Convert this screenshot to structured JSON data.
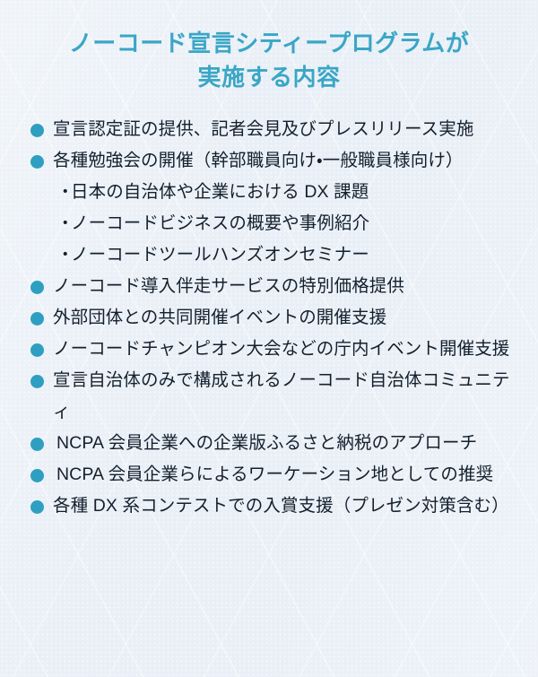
{
  "colors": {
    "background": "#e9eff6",
    "title_text": "#3aa6c6",
    "body_text": "#14202e",
    "bullet_marker": "#2f9fc1"
  },
  "title": {
    "line1": "ノーコード宣言シティープログラムが",
    "line2": "実施する内容"
  },
  "bullets": [
    {
      "text": "宣言認定証の提供、記者会見及びプレスリリース実施",
      "latin_lead": false,
      "sub_items": []
    },
    {
      "text": "各種勉強会の開催（幹部職員向け・一般職員様向け）",
      "latin_lead": false,
      "sub_items": [
        {
          "marker": "・",
          "text": "日本の自治体や企業における DX 課題"
        },
        {
          "marker": "・",
          "text": "ノーコードビジネスの概要や事例紹介"
        },
        {
          "marker": "・",
          "text": "ノーコードツールハンズオンセミナー"
        }
      ]
    },
    {
      "text": "ノーコード導入伴走サービスの特別価格提供",
      "latin_lead": false,
      "sub_items": []
    },
    {
      "text": "外部団体との共同開催イベントの開催支援",
      "latin_lead": false,
      "sub_items": []
    },
    {
      "text": "ノーコードチャンピオン大会などの庁内イベント開催支援",
      "latin_lead": false,
      "sub_items": []
    },
    {
      "text": "宣言自治体のみで構成されるノーコード自治体コミュニティ",
      "latin_lead": false,
      "sub_items": []
    },
    {
      "text": "NCPA 会員企業への企業版ふるさと納税のアプローチ",
      "latin_lead": true,
      "sub_items": []
    },
    {
      "text": "NCPA 会員企業らによるワーケーション地としての推奨",
      "latin_lead": true,
      "sub_items": []
    },
    {
      "text": "各種 DX 系コンテストでの入賞支援（プレゼン対策含む）",
      "latin_lead": false,
      "sub_items": []
    }
  ]
}
